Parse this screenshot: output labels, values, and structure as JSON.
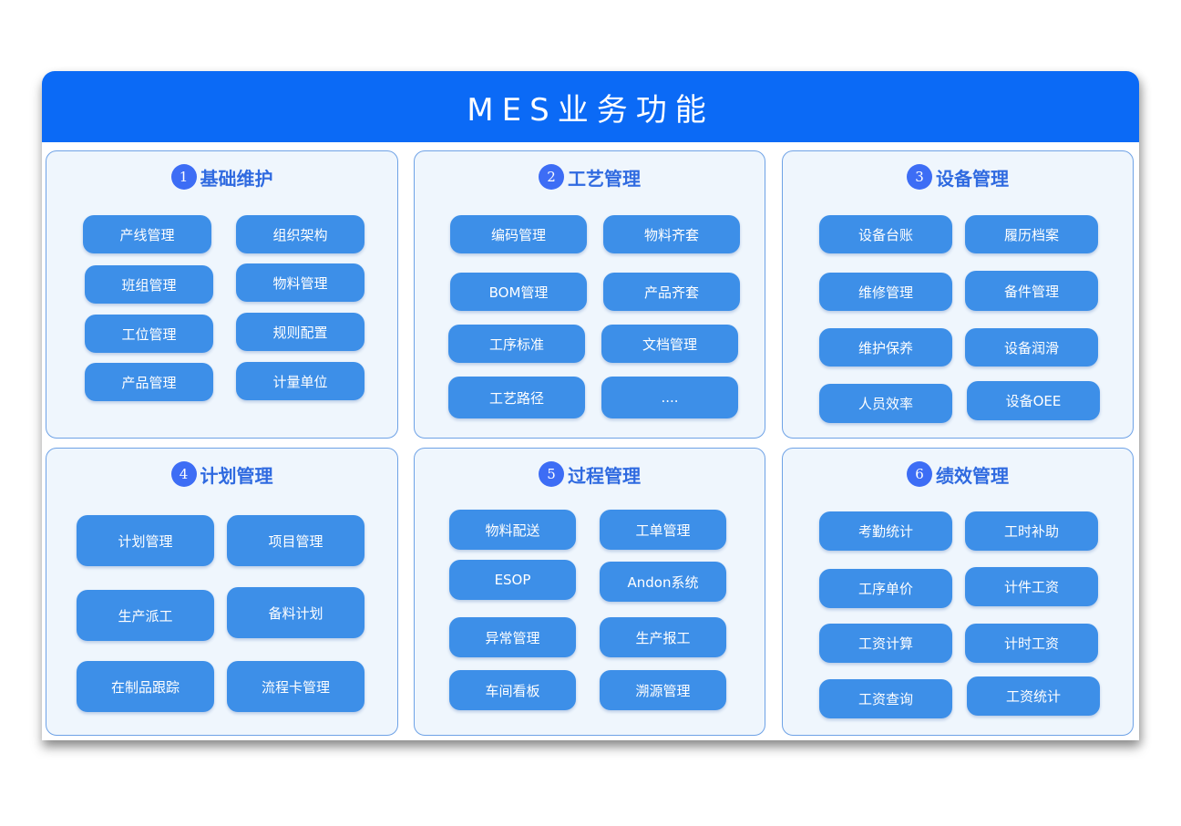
{
  "title": "MES业务功能",
  "panels": [
    {
      "number": "1",
      "title": "基础维护",
      "items": [
        "产线管理",
        "组织架构",
        "班组管理",
        "物料管理",
        "工位管理",
        "规则配置",
        "产品管理",
        "计量单位"
      ]
    },
    {
      "number": "2",
      "title": "工艺管理",
      "items": [
        "编码管理",
        "物料齐套",
        "BOM管理",
        "产品齐套",
        "工序标准",
        "文档管理",
        "工艺路径",
        "...."
      ]
    },
    {
      "number": "3",
      "title": "设备管理",
      "items": [
        "设备台账",
        "履历档案",
        "维修管理",
        "备件管理",
        "维护保养",
        "设备润滑",
        "人员效率",
        "设备OEE"
      ]
    },
    {
      "number": "4",
      "title": "计划管理",
      "items": [
        "计划管理",
        "项目管理",
        "生产派工",
        "备料计划",
        "在制品跟踪",
        "流程卡管理"
      ]
    },
    {
      "number": "5",
      "title": "过程管理",
      "items": [
        "物料配送",
        "工单管理",
        "ESOP",
        "Andon系统",
        "异常管理",
        "生产报工",
        "车间看板",
        "溯源管理"
      ]
    },
    {
      "number": "6",
      "title": "绩效管理",
      "items": [
        "考勤统计",
        "工时补助",
        "工序单价",
        "计件工资",
        "工资计算",
        "计时工资",
        "工资查询",
        "工资统计"
      ]
    }
  ],
  "colors": {
    "header": "#0b6af6",
    "panel_bg": "#eff6fd",
    "panel_border": "#6ea2e6",
    "button": "#3d8fe8",
    "title": "#2f6ae0",
    "number_badge": "#3d6df5"
  }
}
